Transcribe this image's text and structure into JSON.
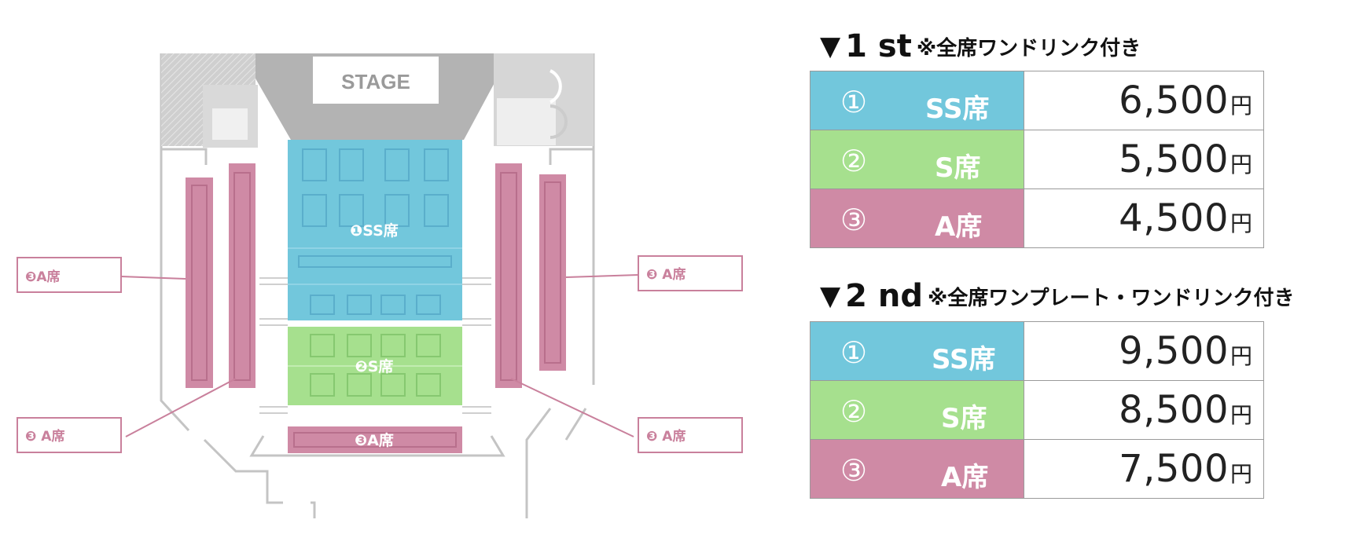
{
  "colors": {
    "ss": "#72c7dc",
    "s": "#a6e08e",
    "a": "#cf8aa5",
    "wall": "#bdbdbd",
    "stage": "#b0b0b0"
  },
  "floorplan": {
    "stage_label": "STAGE",
    "zone_ss_label": "❶SS席",
    "zone_s_label": "❷S席",
    "zone_a_bottom_label": "❸A席",
    "callout_left_top": "❸A席",
    "callout_left_bottom": "❸ A席",
    "callout_right_top": "❸ A席",
    "callout_right_bottom": "❸ A席"
  },
  "pricing": [
    {
      "marker": "▼",
      "heading": "1 st",
      "note": "※全席ワンドリンク付き",
      "rows": [
        {
          "num": "①",
          "seat": "SS席",
          "price": "6,500",
          "unit": "円",
          "tier": "ss"
        },
        {
          "num": "②",
          "seat": "S席",
          "price": "5,500",
          "unit": "円",
          "tier": "s"
        },
        {
          "num": "③",
          "seat": "A席",
          "price": "4,500",
          "unit": "円",
          "tier": "a"
        }
      ]
    },
    {
      "marker": "▼",
      "heading": "2 nd",
      "note": "※全席ワンプレート・ワンドリンク付き",
      "rows": [
        {
          "num": "①",
          "seat": "SS席",
          "price": "9,500",
          "unit": "円",
          "tier": "ss"
        },
        {
          "num": "②",
          "seat": "S席",
          "price": "8,500",
          "unit": "円",
          "tier": "s"
        },
        {
          "num": "③",
          "seat": "A席",
          "price": "7,500",
          "unit": "円",
          "tier": "a"
        }
      ]
    }
  ]
}
